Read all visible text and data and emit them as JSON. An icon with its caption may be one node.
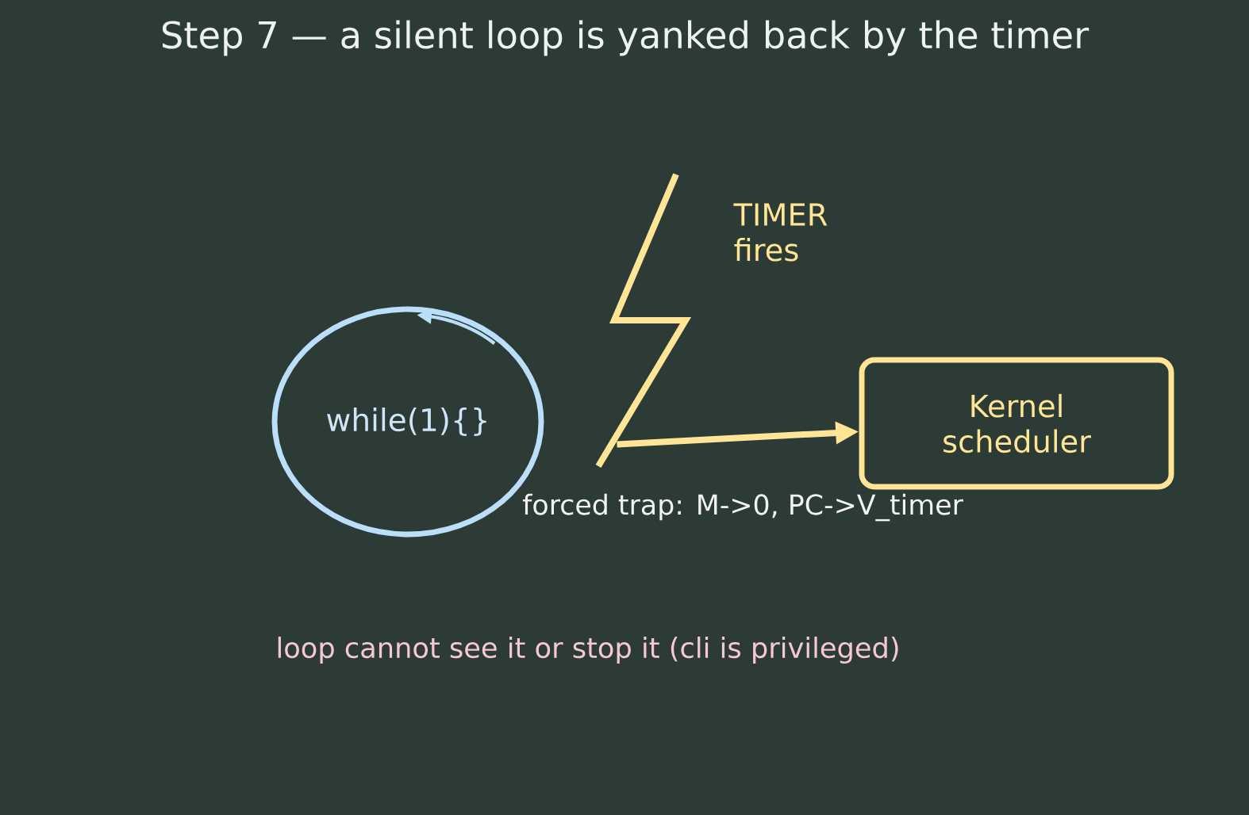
{
  "diagram": {
    "title": "Step 7 — a silent loop is yanked back by the timer",
    "nodes": [
      {
        "text": [
          "while(1){}"
        ]
      },
      {
        "text": [],
        "shape": "lightning",
        "beside": [
          "TIMER fires"
        ]
      },
      {
        "text": [
          "Kernel scheduler"
        ]
      }
    ],
    "edges": [
      {
        "from": 1,
        "to": 2,
        "arrow": "to",
        "label": "forced trap: M->0, PC->V_timer"
      }
    ],
    "labels": [
      "loop cannot see it or stop it (cli is privileged)"
    ]
  }
}
